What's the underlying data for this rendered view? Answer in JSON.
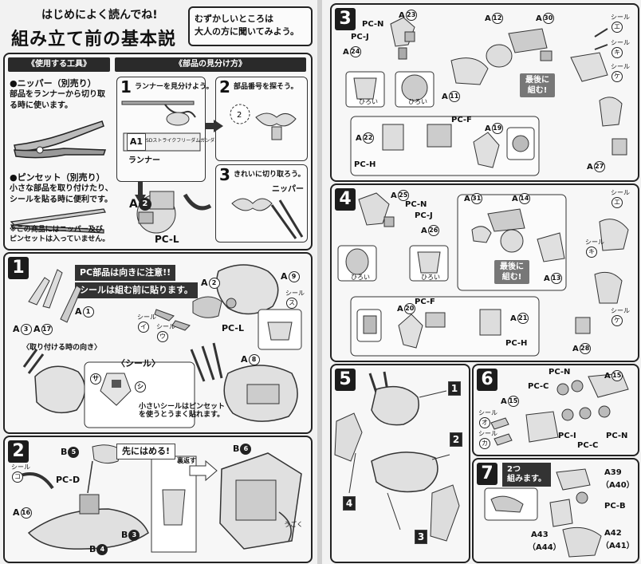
{
  "left": {
    "header": {
      "title_small": "はじめによく読んでね!",
      "title_big": "組み立て前の基本説明",
      "advice": "むずかしいところは\n大人の方に聞いてみよう。"
    },
    "tools": {
      "heading": "《使用する工具》",
      "nipper_title": "●ニッパー（別売り）",
      "nipper_desc": "部品をランナーから切り取\nる時に使います。",
      "tweezer_title": "●ピンセット（別売り）",
      "tweezer_desc": "小さな部品を取り付けたり、\nシールを貼る時に便利です。",
      "note": "※この商品にはニッパー及び\nピンセットは入っていません。"
    },
    "parts": {
      "heading": "《部品の見分け方》",
      "step1": "ランナーを見分けよう。",
      "step2": "部品番号を探そう。",
      "step3": "きれいに切り取ろう。",
      "runner_tag": "A1",
      "runner_name": "SDストライクフリーダムガンダム",
      "runner_label": "ランナー",
      "nipper_label": "ニッパー",
      "part_a2": "A",
      "part_a2_num": "2",
      "pc_l": "PC-L"
    },
    "step1": {
      "number": "1",
      "note1": "PC部品は向きに注意!!",
      "note2": "シールは組む前に貼ります。",
      "direction_label": "〈取り付ける時の向き〉",
      "sticker_heading": "〈シール〉",
      "sticker_note": "小さいシールはピンセット\nを使うとうまく貼れます。",
      "labels": {
        "a1": "A",
        "a1n": "1",
        "a2": "A",
        "a2n": "2",
        "a3": "A",
        "a3n": "3",
        "a8": "A",
        "a8n": "8",
        "a9": "A",
        "a9n": "9",
        "a17": "A",
        "a17n": "17",
        "pcl": "PC-L",
        "seal": "シール",
        "su": "ス",
        "i": "イ",
        "u": "ウ",
        "sa": "サ",
        "shi": "シ"
      }
    },
    "step2": {
      "number": "2",
      "note": "先にはめる!",
      "flip": "裏返す",
      "move": "うごく",
      "labels": {
        "b5": "B",
        "b5n": "5",
        "b6": "B",
        "b6n": "6",
        "b3": "B",
        "b3n": "3",
        "b4": "B",
        "b4n": "4",
        "a16": "A",
        "a16n": "16",
        "pcd": "PC-D",
        "seal": "シール",
        "ko": "コ"
      }
    }
  },
  "right": {
    "step3": {
      "number": "3",
      "last_note": "最後に\n組む!",
      "hiroi": "ひろい",
      "labels": {
        "pcn": "PC-N",
        "pcj": "PC-J",
        "pcf": "PC-F",
        "pch": "PC-H",
        "a23": "A",
        "a23n": "23",
        "a24": "A",
        "a24n": "24",
        "a11": "A",
        "a11n": "11",
        "a12": "A",
        "a12n": "12",
        "a30": "A",
        "a30n": "30",
        "a22": "A",
        "a22n": "22",
        "a19": "A",
        "a19n": "19",
        "a27": "A",
        "a27n": "27",
        "seal": "シール",
        "e": "エ",
        "ki": "キ",
        "ke": "ケ"
      }
    },
    "step4": {
      "number": "4",
      "last_note": "最後に\n組む!",
      "hiroi": "ひろい",
      "labels": {
        "pcn": "PC-N",
        "pcj": "PC-J",
        "pcf": "PC-F",
        "pch": "PC-H",
        "a25": "A",
        "a25n": "25",
        "a26": "A",
        "a26n": "26",
        "a31": "A",
        "a31n": "31",
        "a14": "A",
        "a14n": "14",
        "a13": "A",
        "a13n": "13",
        "a20": "A",
        "a20n": "20",
        "a21": "A",
        "a21n": "21",
        "a28": "A",
        "a28n": "28",
        "seal": "シール",
        "e": "エ",
        "ki": "キ",
        "ke": "ケ"
      }
    },
    "step5": {
      "number": "5",
      "callouts": [
        "1",
        "2",
        "3",
        "4"
      ]
    },
    "step6": {
      "number": "6",
      "labels": {
        "pcn": "PC-N",
        "pcc": "PC-C",
        "pci": "PC-I",
        "a15": "A",
        "a15n": "15",
        "seal": "シール",
        "o": "オ",
        "ka": "カ"
      }
    },
    "step7": {
      "number": "7",
      "note": "2つ\n組みます。",
      "pcb": "PC-B",
      "labels": {
        "a39": "A39",
        "a40": "（A40）",
        "a42": "A42",
        "a41": "（A41）",
        "a43": "A43",
        "a44": "（A44）"
      }
    }
  }
}
